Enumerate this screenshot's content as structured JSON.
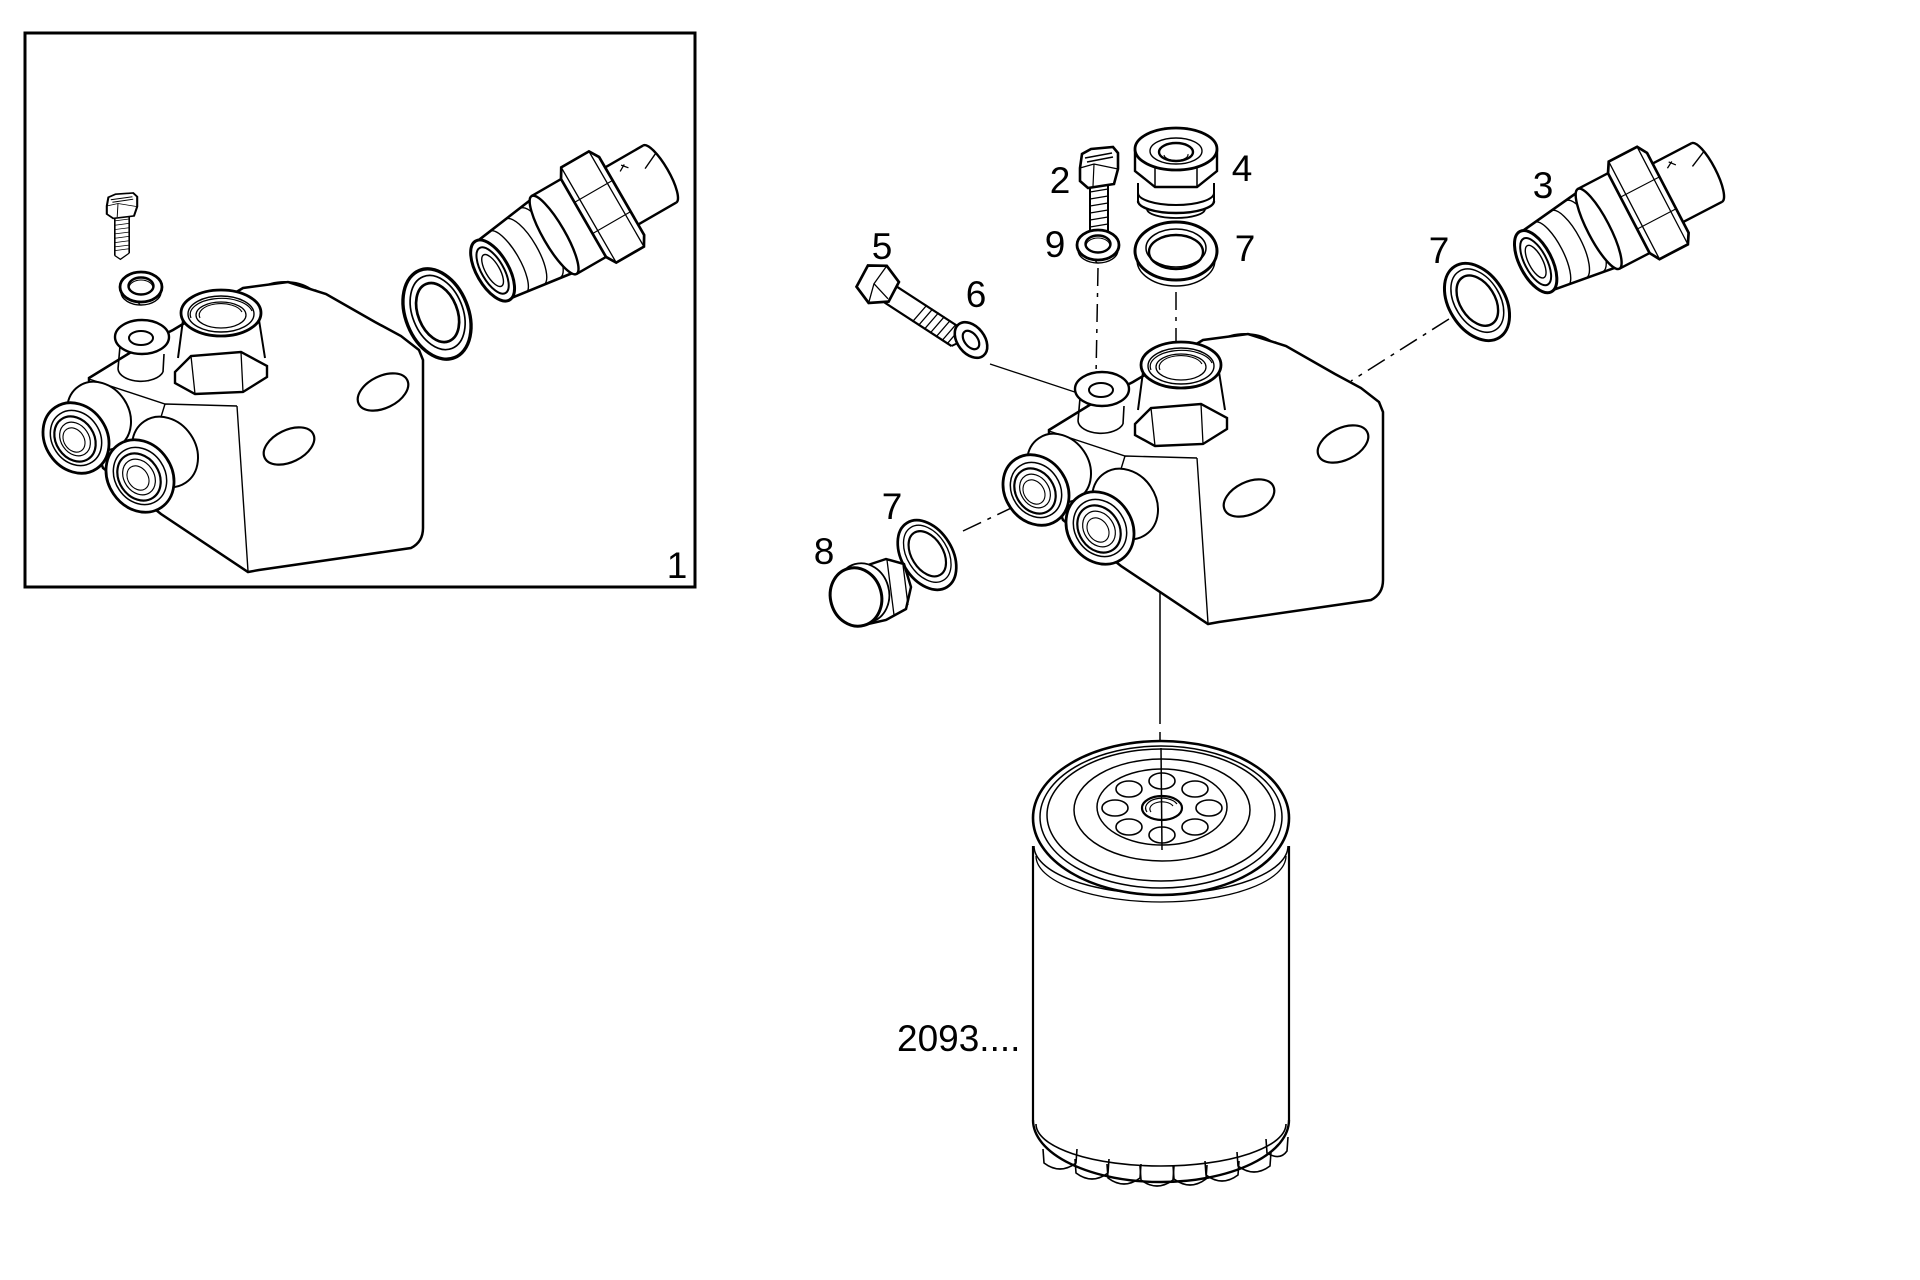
{
  "page": {
    "background": "#ffffff",
    "line_color": "#000000",
    "kind": "exploded-parts-diagram"
  },
  "inset": {
    "label": "1",
    "part": "fuel-filter-head-assembly"
  },
  "callouts": [
    {
      "label": "2",
      "part": "bleed-screw"
    },
    {
      "label": "4",
      "part": "vent-plug"
    },
    {
      "label": "9",
      "part": "sealing-washer"
    },
    {
      "label": "7",
      "part": "seal-ring-top-port"
    },
    {
      "label": "5",
      "part": "hex-bolt"
    },
    {
      "label": "6",
      "part": "washer"
    },
    {
      "label": "3",
      "part": "hose-connector-fitting"
    },
    {
      "label": "7",
      "part": "seal-ring-right-port"
    },
    {
      "label": "7",
      "part": "seal-ring-left-port"
    },
    {
      "label": "8",
      "part": "hex-plug"
    }
  ],
  "filter": {
    "label": "2093....",
    "part": "spin-on-fuel-filter-cartridge"
  }
}
